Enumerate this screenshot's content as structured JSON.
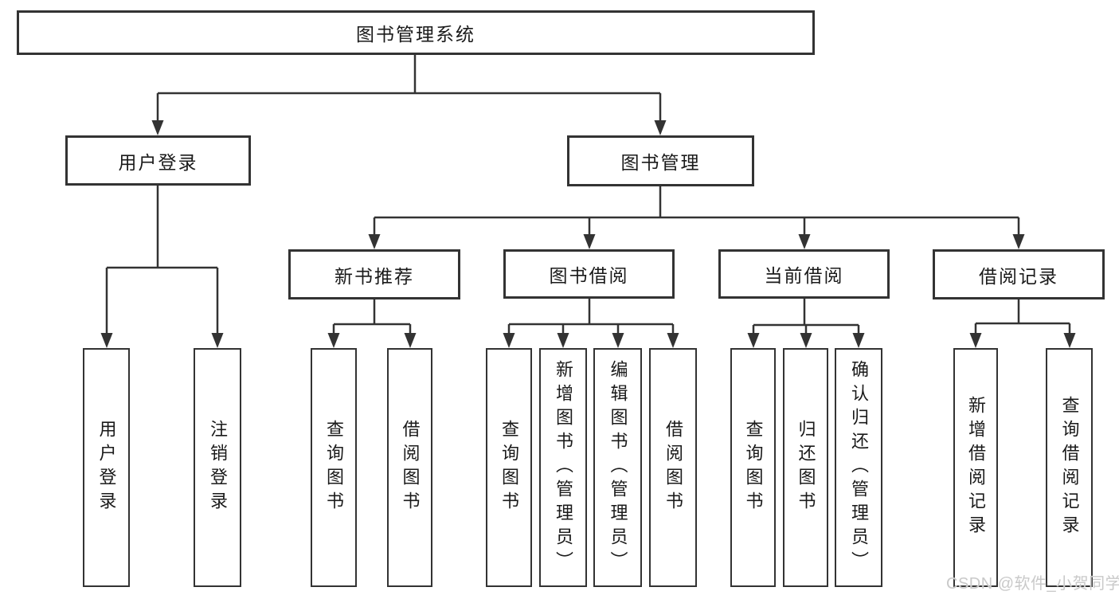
{
  "colors": {
    "line": "#333333",
    "box_border": "#333333",
    "box_fill": "#ffffff",
    "text": "#1a1a1a",
    "watermark_text": "#c9c9c9"
  },
  "watermark": {
    "text": "CSDN @软件_小贺同学"
  },
  "tree": {
    "root": {
      "label": "图书管理系统"
    },
    "user_login": {
      "label": "用户登录",
      "children": [
        {
          "label": "用户登录"
        },
        {
          "label": "注销登录"
        }
      ]
    },
    "book_management": {
      "label": "图书管理",
      "children": [
        {
          "label": "新书推荐",
          "children": [
            {
              "label": "查询图书"
            },
            {
              "label": "借阅图书"
            }
          ]
        },
        {
          "label": "图书借阅",
          "children": [
            {
              "label": "查询图书"
            },
            {
              "label": "新增图书（管理员）"
            },
            {
              "label": "编辑图书（管理员）"
            },
            {
              "label": "借阅图书"
            }
          ]
        },
        {
          "label": "当前借阅",
          "children": [
            {
              "label": "查询图书"
            },
            {
              "label": "归还图书"
            },
            {
              "label": "确认归还（管理员）"
            }
          ]
        },
        {
          "label": "借阅记录",
          "children": [
            {
              "label": "新增借阅记录"
            },
            {
              "label": "查询借阅记录"
            }
          ]
        }
      ]
    }
  }
}
